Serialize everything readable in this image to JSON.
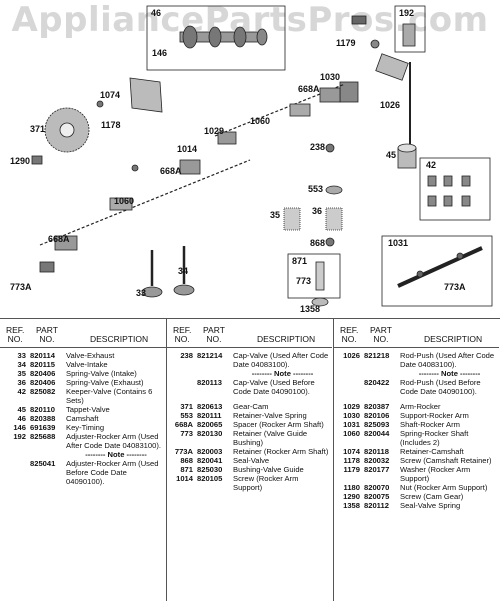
{
  "watermark": "AppliancePartsPros.com",
  "callouts": [
    "46",
    "146",
    "192",
    "1179",
    "1030",
    "668A",
    "1074",
    "1178",
    "371",
    "1290",
    "1026",
    "1029",
    "1060",
    "238",
    "1014",
    "668A",
    "45",
    "42",
    "553",
    "1060",
    "35",
    "36",
    "668A",
    "868",
    "1031",
    "871",
    "773",
    "34",
    "33",
    "773A",
    "1358",
    "773A"
  ],
  "table": {
    "headers": {
      "ref": "REF.\nNO.",
      "part": "PART\nNO.",
      "desc": "DESCRIPTION"
    },
    "columns": [
      [
        {
          "ref": "33",
          "part": "820114",
          "desc": "Valve-Exhaust"
        },
        {
          "ref": "34",
          "part": "820115",
          "desc": "Valve-Intake"
        },
        {
          "ref": "35",
          "part": "820406",
          "desc": "Spring-Valve (Intake)"
        },
        {
          "ref": "36",
          "part": "820406",
          "desc": "Spring-Valve (Exhaust)"
        },
        {
          "ref": "42",
          "part": "825082",
          "desc": "Keeper-Valve (Contains 6 Sets)"
        },
        {
          "ref": "45",
          "part": "820110",
          "desc": "Tappet-Valve"
        },
        {
          "ref": "46",
          "part": "820388",
          "desc": "Camshaft"
        },
        {
          "ref": "146",
          "part": "691639",
          "desc": "Key-Timing"
        },
        {
          "ref": "192",
          "part": "825688",
          "desc": "Adjuster-Rocker Arm (Used After Code Date 04083100)."
        },
        {
          "note": "-------- Note --------"
        },
        {
          "ref": "",
          "part": "825041",
          "desc": "Adjuster-Rocker Arm (Used Before Code Date 04090100)."
        }
      ],
      [
        {
          "ref": "238",
          "part": "821214",
          "desc": "Cap-Valve (Used After Code Date 04083100)."
        },
        {
          "note": "-------- Note --------"
        },
        {
          "ref": "",
          "part": "820113",
          "desc": "Cap-Valve (Used Before Code Date 04090100)."
        },
        {
          "gap": true
        },
        {
          "ref": "371",
          "part": "820613",
          "desc": "Gear-Cam"
        },
        {
          "ref": "553",
          "part": "820111",
          "desc": "Retainer-Valve Spring"
        },
        {
          "ref": "668A",
          "part": "820065",
          "desc": "Spacer (Rocker Arm Shaft)"
        },
        {
          "ref": "773",
          "part": "820130",
          "desc": "Retainer (Valve Guide Bushing)"
        },
        {
          "ref": "773A",
          "part": "820003",
          "desc": "Retainer (Rocker Arm Shaft)"
        },
        {
          "ref": "868",
          "part": "820041",
          "desc": "Seal-Valve"
        },
        {
          "ref": "871",
          "part": "825030",
          "desc": "Bushing-Valve Guide"
        },
        {
          "ref": "1014",
          "part": "820105",
          "desc": "Screw (Rocker Arm Support)"
        }
      ],
      [
        {
          "ref": "1026",
          "part": "821218",
          "desc": "Rod-Push (Used After Code Date 04083100)."
        },
        {
          "note": "-------- Note --------"
        },
        {
          "ref": "",
          "part": "820422",
          "desc": "Rod-Push (Used Before Code Date 04090100)."
        },
        {
          "gap": true
        },
        {
          "ref": "1029",
          "part": "820387",
          "desc": "Arm-Rocker"
        },
        {
          "ref": "1030",
          "part": "820106",
          "desc": "Support-Rocker Arm"
        },
        {
          "ref": "1031",
          "part": "825093",
          "desc": "Shaft-Rocker Arm"
        },
        {
          "ref": "1060",
          "part": "820044",
          "desc": "Spring-Rocker Shaft (Includes 2)"
        },
        {
          "ref": "1074",
          "part": "820118",
          "desc": "Retainer-Camshaft"
        },
        {
          "ref": "1178",
          "part": "820032",
          "desc": "Screw (Camshaft Retainer)"
        },
        {
          "ref": "1179",
          "part": "820177",
          "desc": "Washer (Rocker Arm Support)"
        },
        {
          "ref": "1180",
          "part": "820070",
          "desc": "Nut (Rocker Arm Support)"
        },
        {
          "ref": "1290",
          "part": "820075",
          "desc": "Screw (Cam Gear)"
        },
        {
          "ref": "1358",
          "part": "820112",
          "desc": "Seal-Valve Spring"
        }
      ]
    ]
  }
}
